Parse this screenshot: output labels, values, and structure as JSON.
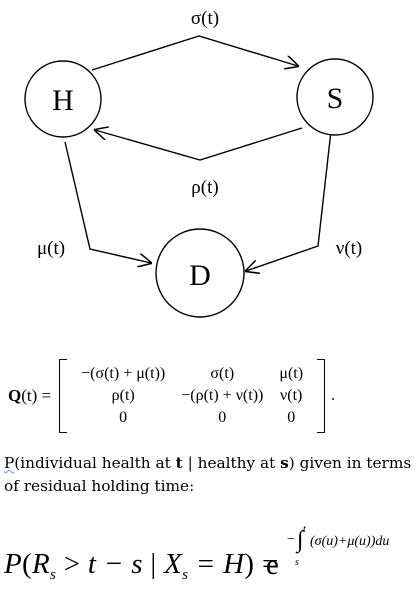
{
  "diagram": {
    "nodes": [
      {
        "id": "H",
        "label": "H"
      },
      {
        "id": "S",
        "label": "S"
      },
      {
        "id": "D",
        "label": "D"
      }
    ],
    "edges": [
      {
        "from": "H",
        "to": "S",
        "label": "σ(t)"
      },
      {
        "from": "S",
        "to": "H",
        "label": "ρ(t)"
      },
      {
        "from": "H",
        "to": "D",
        "label": "μ(t)"
      },
      {
        "from": "S",
        "to": "D",
        "label": "ν(t)"
      }
    ]
  },
  "matrix": {
    "lhs_symbol": "Q",
    "lhs_arg": "(t) =",
    "rows": [
      [
        "−(σ(t) + μ(t))",
        "σ(t)",
        "μ(t)"
      ],
      [
        "ρ(t)",
        "−(ρ(t) + ν(t))",
        "ν(t)"
      ],
      [
        "0",
        "0",
        "0"
      ]
    ],
    "trailing": "."
  },
  "caption": {
    "p": "P",
    "part1": "(individual health at ",
    "t": "t",
    "part2": " | healthy at ",
    "s": "s",
    "part3": ") given in terms of residual holding time:"
  },
  "formula": {
    "lhs": "P",
    "open": "(",
    "R": "R",
    "R_sub": "s",
    "gt": " > ",
    "t_minus_s": "t − s",
    "bar": " | ",
    "X": "X",
    "X_sub": "s",
    "eq_H": " = H",
    "close": ")",
    "eq": " = ",
    "base": "e",
    "exp_minus": "−",
    "int_sign": "∫",
    "int_upper": "t",
    "int_lower": "s",
    "integrand": "(σ(u)+μ(u))du"
  }
}
